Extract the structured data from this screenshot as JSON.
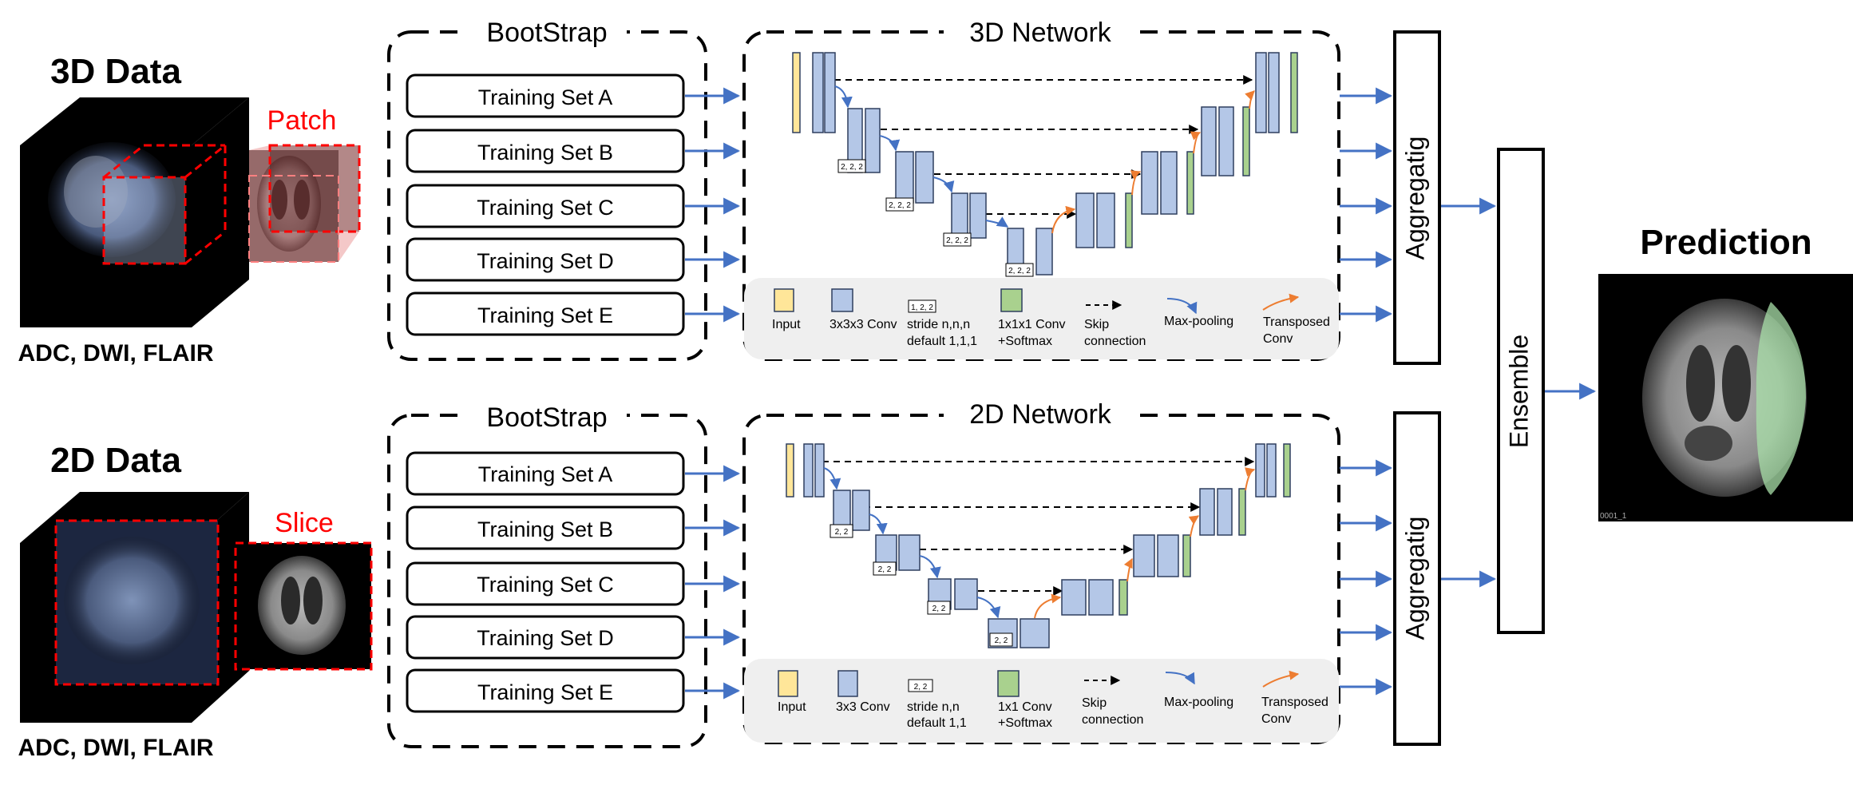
{
  "colors": {
    "blue_block": "#b4c7e7",
    "block_stroke": "#2f3f5f",
    "yellow_block": "#ffe699",
    "green_block": "#a9d18e",
    "arrow_blue": "#4472c4",
    "arrow_orange": "#ed7d31",
    "patch_red": "#ff0000",
    "legend_bg": "#efefef"
  },
  "sections": {
    "data3d": {
      "title": "3D Data",
      "patch_label": "Patch",
      "modalities": "ADC, DWI, FLAIR"
    },
    "data2d": {
      "title": "2D Data",
      "slice_label": "Slice",
      "modalities": "ADC, DWI, FLAIR"
    }
  },
  "bootstrap": {
    "top": {
      "title": "BootStrap",
      "sets": [
        "Training Set A",
        "Training Set B",
        "Training Set C",
        "Training Set D",
        "Training Set E"
      ]
    },
    "bottom": {
      "title": "BootStrap",
      "sets": [
        "Training Set A",
        "Training Set B",
        "Training Set C",
        "Training Set D",
        "Training Set E"
      ]
    }
  },
  "networks": {
    "net3d": {
      "title": "3D Network",
      "stride_tags": [
        "2, 2, 2",
        "2, 2, 2",
        "2, 2, 2",
        "2, 2, 2"
      ],
      "legend": {
        "input": "Input",
        "conv": "3x3x3 Conv",
        "stride_tag": "1, 2, 2",
        "stride_l1": "stride n,n,n",
        "stride_l2": "default 1,1,1",
        "conv_out_l1": "1x1x1 Conv",
        "conv_out_l2": "+Softmax",
        "skip_l1": "Skip",
        "skip_l2": "connection",
        "maxpool": "Max-pooling",
        "transposed_l1": "Transposed",
        "transposed_l2": "Conv"
      }
    },
    "net2d": {
      "title": "2D Network",
      "stride_tags": [
        "2, 2",
        "2, 2",
        "2, 2",
        "2, 2"
      ],
      "legend": {
        "input": "Input",
        "conv": "3x3 Conv",
        "stride_tag": "2, 2",
        "stride_l1": "stride n,n",
        "stride_l2": "default 1,1",
        "conv_out_l1": "1x1 Conv",
        "conv_out_l2": "+Softmax",
        "skip_l1": "Skip",
        "skip_l2": "connection",
        "maxpool": "Max-pooling",
        "transposed_l1": "Transposed",
        "transposed_l2": "Conv"
      }
    }
  },
  "aggregation": {
    "top": "Aggregatig",
    "bottom": "Aggregatig"
  },
  "ensemble": "Ensemble",
  "prediction": {
    "title": "Prediction",
    "footnote": "0001_1"
  }
}
